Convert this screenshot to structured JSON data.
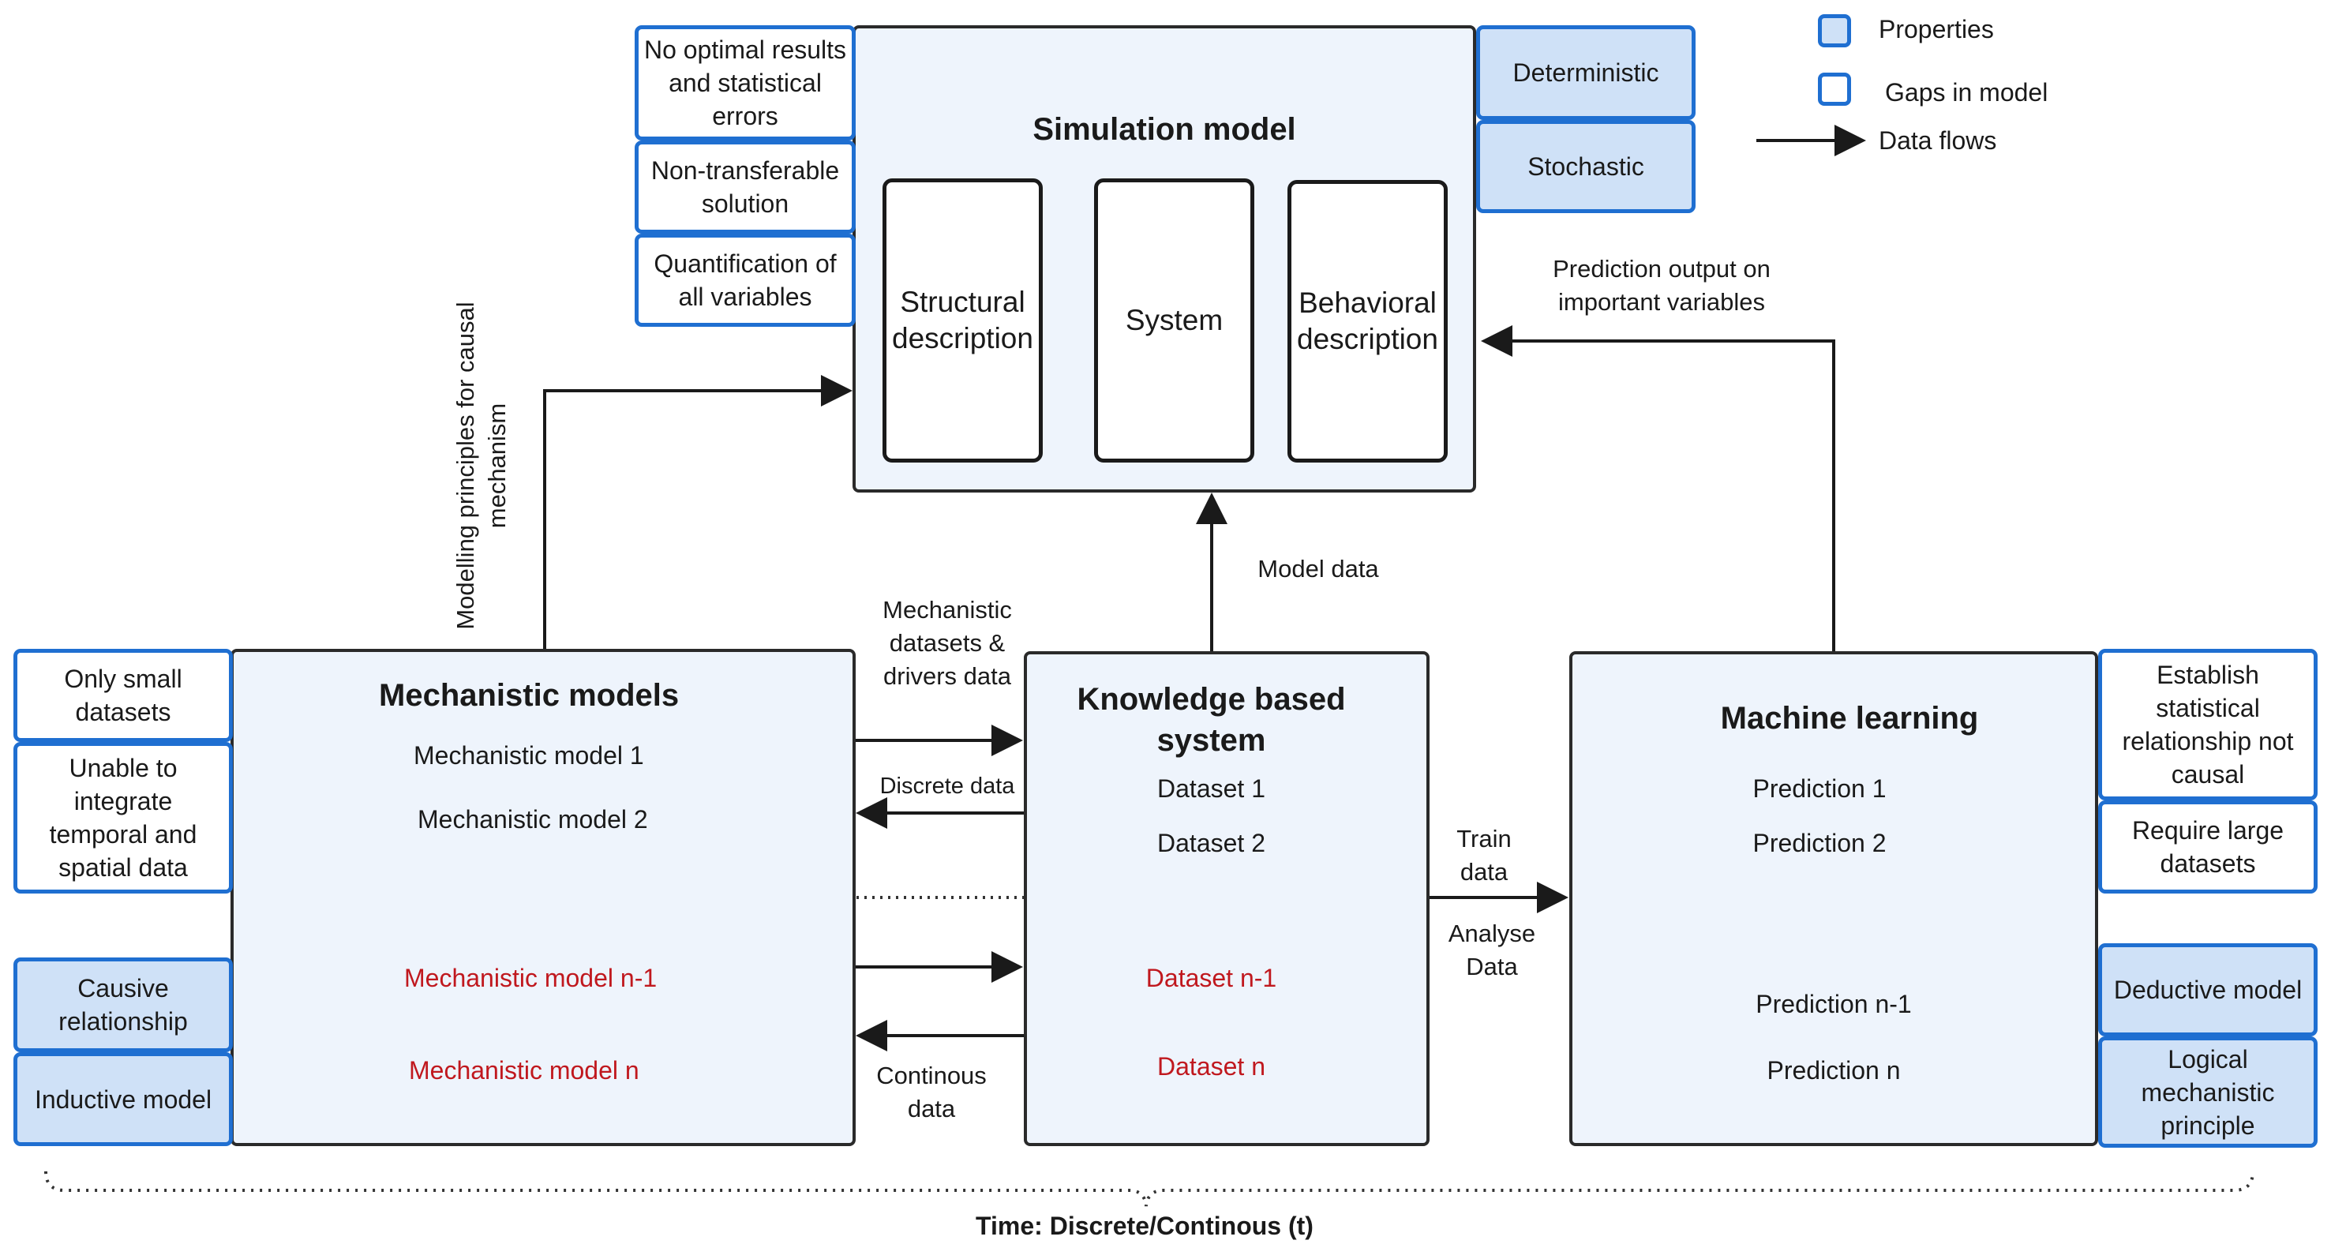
{
  "legend": {
    "properties": "Properties",
    "gaps": "Gaps in model",
    "flows": "Data flows"
  },
  "simulation": {
    "title": "Simulation model",
    "structural": "Structural description",
    "system": "System",
    "behavioral": "Behavioral description",
    "gaps": [
      "No optimal results and statistical errors",
      "Non-transferable solution",
      "Quantification of all variables"
    ],
    "properties": [
      "Deterministic",
      "Stochastic"
    ]
  },
  "mechanistic": {
    "title": "Mechanistic models",
    "items": [
      "Mechanistic model 1",
      "Mechanistic model 2"
    ],
    "items_red": [
      "Mechanistic model n-1",
      "Mechanistic model n"
    ],
    "gaps": [
      "Only small datasets",
      "Unable to integrate temporal and spatial data"
    ],
    "properties": [
      "Causive relationship",
      "Inductive model"
    ]
  },
  "kbs": {
    "title": "Knowledge based system",
    "items": [
      "Dataset 1",
      "Dataset 2"
    ],
    "items_red": [
      "Dataset n-1",
      "Dataset n"
    ]
  },
  "ml": {
    "title": "Machine learning",
    "items": [
      "Prediction 1",
      "Prediction 2",
      "Prediction n-1",
      "Prediction n"
    ],
    "gaps": [
      "Establish statistical relationship not causal",
      "Require large datasets"
    ],
    "properties": [
      "Deductive model",
      "Logical mechanistic principle"
    ]
  },
  "flows": {
    "modelling": "Modelling principles for causal mechanism",
    "model_data": "Model data",
    "prediction_output": "Prediction output on important variables",
    "mech_datasets": "Mechanistic datasets & drivers data",
    "discrete": "Discrete data",
    "continous": "Continous data",
    "train": "Train data",
    "analyse": "Analyse Data"
  },
  "time": "Time: Discrete/Continous (t)"
}
